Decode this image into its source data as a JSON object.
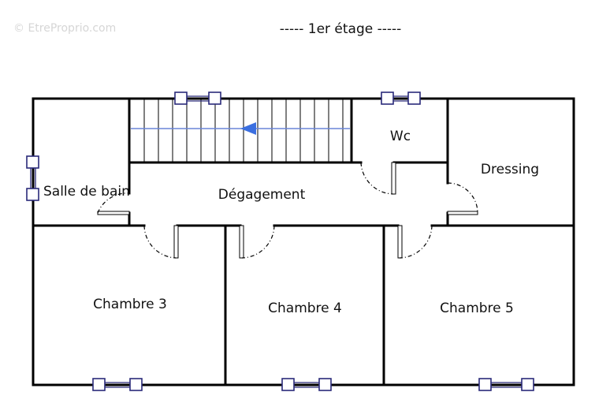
{
  "watermark": "© EtreProprio.com",
  "title": "----- 1er étage -----",
  "rooms": {
    "salle_de_bain": "Salle de bain",
    "degagement": "Dégagement",
    "wc": "Wc",
    "dressing": "Dressing",
    "chambre3": "Chambre 3",
    "chambre4": "Chambre 4",
    "chambre5": "Chambre 5"
  },
  "colors": {
    "wall": "#000000",
    "window": "#2a2a7a",
    "stair_arrow": "#3b6fe0"
  }
}
